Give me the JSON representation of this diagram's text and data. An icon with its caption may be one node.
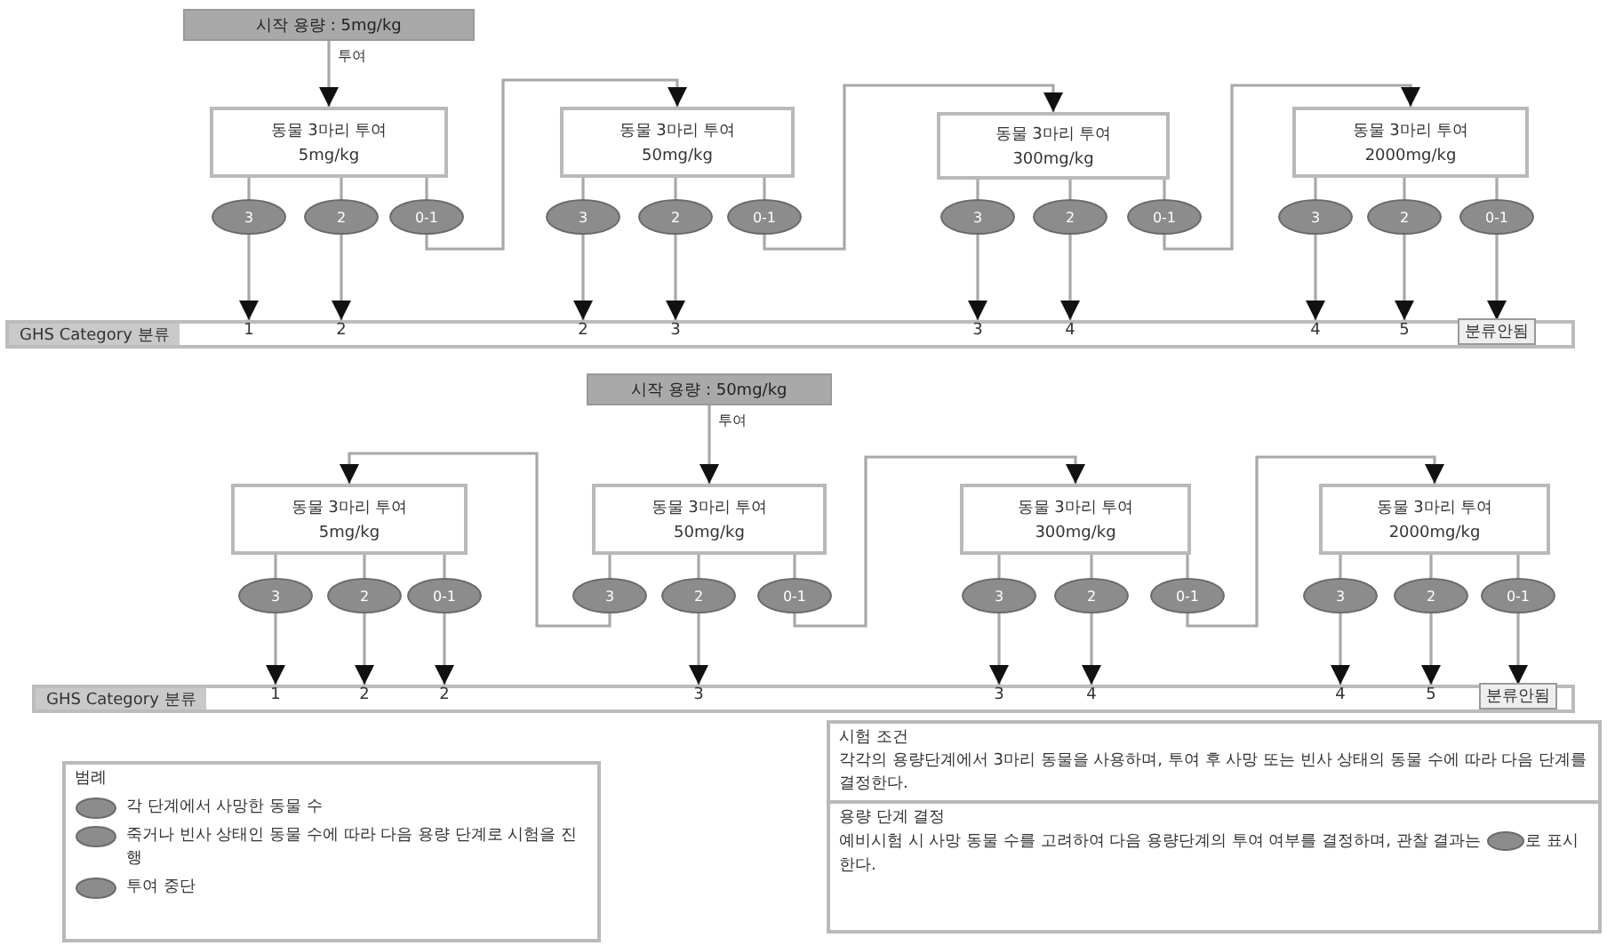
{
  "diagram": {
    "nodes": [
      {
        "text": [
          "시작 용량 : 5mg/kg"
        ],
        "beside": [
          "투여"
        ]
      },
      {
        "text": [
          "동물 3마리 투여",
          "5mg/kg"
        ]
      },
      {
        "text": [
          "3"
        ]
      },
      {
        "text": [
          "2"
        ]
      },
      {
        "text": [
          "0-1"
        ]
      },
      {
        "text": [
          "동물 3마리 투여",
          "50mg/kg"
        ]
      },
      {
        "text": [
          "3"
        ]
      },
      {
        "text": [
          "2"
        ]
      },
      {
        "text": [
          "0-1"
        ]
      },
      {
        "text": [
          "동물 3마리 투여",
          "300mg/kg"
        ]
      },
      {
        "text": [
          "3"
        ]
      },
      {
        "text": [
          "2"
        ]
      },
      {
        "text": [
          "0-1"
        ]
      },
      {
        "text": [
          "동물 3마리 투여",
          "2000mg/kg"
        ]
      },
      {
        "text": [
          "3"
        ]
      },
      {
        "text": [
          "2"
        ]
      },
      {
        "text": [
          "0-1"
        ]
      },
      {
        "text": [
          "GHS Category 분류"
        ]
      },
      {
        "text": [
          "1"
        ],
        "in": 17
      },
      {
        "text": [
          "2"
        ],
        "in": 17
      },
      {
        "text": [
          "2"
        ],
        "in": 17
      },
      {
        "text": [
          "3"
        ],
        "in": 17
      },
      {
        "text": [
          "3"
        ],
        "in": 17
      },
      {
        "text": [
          "4"
        ],
        "in": 17
      },
      {
        "text": [
          "4"
        ],
        "in": 17
      },
      {
        "text": [
          "5"
        ],
        "in": 17
      },
      {
        "text": [
          "분류안됨"
        ],
        "in": 17
      },
      {
        "text": [
          "시작 용량 : 50mg/kg"
        ],
        "beside": [
          "투여"
        ]
      },
      {
        "text": [
          "동물 3마리 투여",
          "5mg/kg"
        ]
      },
      {
        "text": [
          "3"
        ]
      },
      {
        "text": [
          "2"
        ]
      },
      {
        "text": [
          "0-1"
        ]
      },
      {
        "text": [
          "동물 3마리 투여",
          "50mg/kg"
        ]
      },
      {
        "text": [
          "3"
        ]
      },
      {
        "text": [
          "2"
        ]
      },
      {
        "text": [
          "0-1"
        ]
      },
      {
        "text": [
          "동물 3마리 투여",
          "300mg/kg"
        ]
      },
      {
        "text": [
          "3"
        ]
      },
      {
        "text": [
          "2"
        ]
      },
      {
        "text": [
          "0-1"
        ]
      },
      {
        "text": [
          "동물 3마리 투여",
          "2000mg/kg"
        ]
      },
      {
        "text": [
          "3"
        ]
      },
      {
        "text": [
          "2"
        ]
      },
      {
        "text": [
          "0-1"
        ]
      },
      {
        "text": [
          "GHS Category 분류"
        ]
      },
      {
        "text": [
          "1"
        ],
        "in": 44
      },
      {
        "text": [
          "2"
        ],
        "in": 44
      },
      {
        "text": [
          "2"
        ],
        "in": 44
      },
      {
        "text": [
          "3"
        ],
        "in": 44
      },
      {
        "text": [
          "3"
        ],
        "in": 44
      },
      {
        "text": [
          "4"
        ],
        "in": 44
      },
      {
        "text": [
          "4"
        ],
        "in": 44
      },
      {
        "text": [
          "5"
        ],
        "in": 44
      },
      {
        "text": [
          "분류안됨"
        ],
        "in": 44
      }
    ],
    "edges": [
      {
        "from": 0,
        "to": 1,
        "arrow": "to"
      },
      {
        "from": 2,
        "to": 18,
        "arrow": "to"
      },
      {
        "from": 3,
        "to": 19,
        "arrow": "to"
      },
      {
        "from": 4,
        "to": 5,
        "arrow": "to"
      },
      {
        "from": 6,
        "to": 20,
        "arrow": "to"
      },
      {
        "from": 7,
        "to": 21,
        "arrow": "to"
      },
      {
        "from": 8,
        "to": 9,
        "arrow": "to"
      },
      {
        "from": 10,
        "to": 22,
        "arrow": "to"
      },
      {
        "from": 11,
        "to": 23,
        "arrow": "to"
      },
      {
        "from": 12,
        "to": 13,
        "arrow": "to"
      },
      {
        "from": 14,
        "to": 24,
        "arrow": "to"
      },
      {
        "from": 15,
        "to": 25,
        "arrow": "to"
      },
      {
        "from": 16,
        "to": 26,
        "arrow": "to"
      },
      {
        "from": 27,
        "to": 32,
        "arrow": "to"
      },
      {
        "from": 29,
        "to": 45,
        "arrow": "to"
      },
      {
        "from": 30,
        "to": 46,
        "arrow": "to"
      },
      {
        "from": 31,
        "to": 47,
        "arrow": "to"
      },
      {
        "from": 33,
        "to": 28,
        "arrow": "to"
      },
      {
        "from": 34,
        "to": 48,
        "arrow": "to"
      },
      {
        "from": 35,
        "to": 36,
        "arrow": "to"
      },
      {
        "from": 37,
        "to": 49,
        "arrow": "to"
      },
      {
        "from": 38,
        "to": 50,
        "arrow": "to"
      },
      {
        "from": 39,
        "to": 40,
        "arrow": "to"
      },
      {
        "from": 41,
        "to": 51,
        "arrow": "to"
      },
      {
        "from": 42,
        "to": 52,
        "arrow": "to"
      },
      {
        "from": 43,
        "to": 53,
        "arrow": "to"
      },
      {
        "from": 1,
        "to": 2,
        "arrow": "none"
      },
      {
        "from": 1,
        "to": 3,
        "arrow": "none"
      },
      {
        "from": 1,
        "to": 4,
        "arrow": "none"
      },
      {
        "from": 5,
        "to": 6,
        "arrow": "none"
      },
      {
        "from": 5,
        "to": 7,
        "arrow": "none"
      },
      {
        "from": 5,
        "to": 8,
        "arrow": "none"
      },
      {
        "from": 9,
        "to": 10,
        "arrow": "none"
      },
      {
        "from": 9,
        "to": 11,
        "arrow": "none"
      },
      {
        "from": 9,
        "to": 12,
        "arrow": "none"
      },
      {
        "from": 13,
        "to": 14,
        "arrow": "none"
      },
      {
        "from": 13,
        "to": 15,
        "arrow": "none"
      },
      {
        "from": 13,
        "to": 16,
        "arrow": "none"
      },
      {
        "from": 28,
        "to": 29,
        "arrow": "none"
      },
      {
        "from": 28,
        "to": 30,
        "arrow": "none"
      },
      {
        "from": 28,
        "to": 31,
        "arrow": "none"
      },
      {
        "from": 32,
        "to": 33,
        "arrow": "none"
      },
      {
        "from": 32,
        "to": 34,
        "arrow": "none"
      },
      {
        "from": 32,
        "to": 35,
        "arrow": "none"
      },
      {
        "from": 36,
        "to": 37,
        "arrow": "none"
      },
      {
        "from": 36,
        "to": 38,
        "arrow": "none"
      },
      {
        "from": 36,
        "to": 39,
        "arrow": "none"
      },
      {
        "from": 40,
        "to": 41,
        "arrow": "none"
      },
      {
        "from": 40,
        "to": 42,
        "arrow": "none"
      },
      {
        "from": 40,
        "to": 43,
        "arrow": "none"
      }
    ],
    "labels": [
      "범례",
      "시험 조건",
      "각각의 용량단계에서 3마리 동물을 사용하며, 투여 후 사망 또는 빈사 상태의 동물 수에 따라 다음 단계를 결정한다.",
      "용량 단계 결정",
      "예비시험 시 사망 동물 수를 고려하여 다음 용량단계의 투여 여부를 결정하며, 관찰 결과는",
      "로 표시한다."
    ],
    "legend": [
      {
        "text": "각 단계에서 사망한 동물 수"
      },
      {
        "text": "죽거나 빈사 상태인 동물 수에 따라 다음 용량 단계로 시험을 진행"
      },
      {
        "text": "투여 중단"
      }
    ]
  }
}
